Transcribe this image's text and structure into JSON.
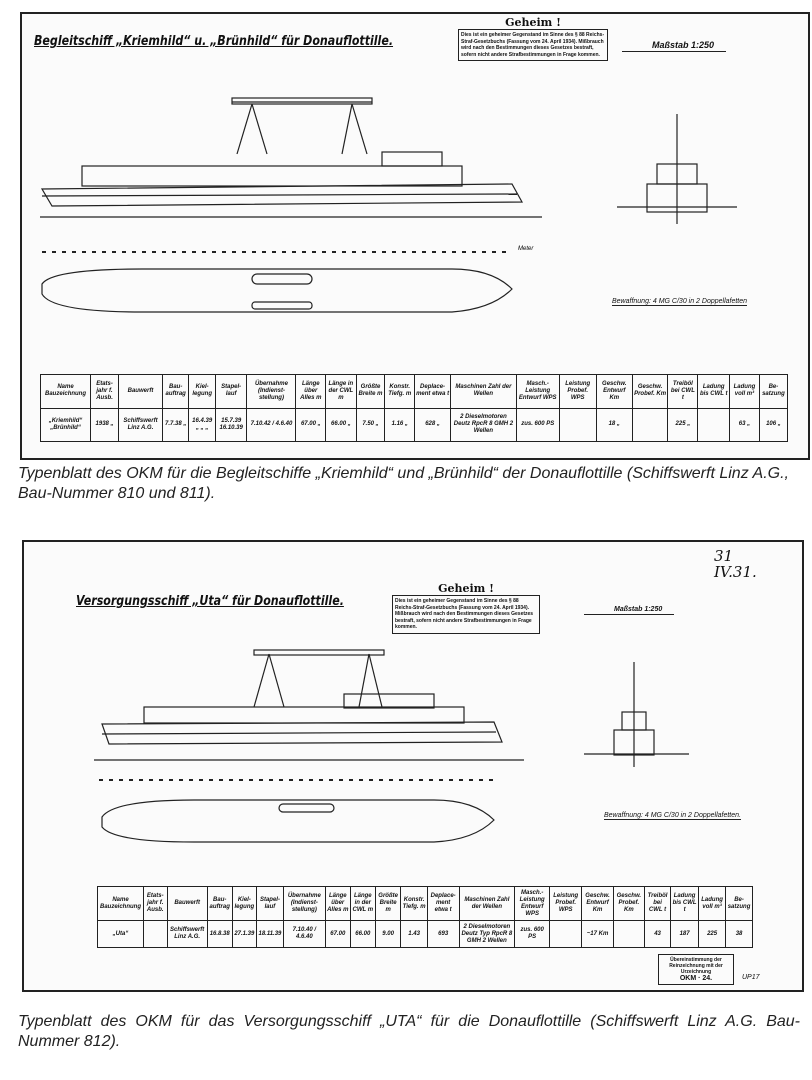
{
  "sheet1": {
    "title": "Begleitschiff „Kriemhild“ u. „Brünhild“ für Donauflottille.",
    "secret_heading": "Geheim !",
    "secret_text": "Dies ist ein geheimer Gegenstand im Sinne des § 88 Reichs-Straf-Gesetzbuchs (Fassung vom 24. April 1934). Mißbrauch wird nach den Bestimmungen dieses Gesetzes bestraft, sofern nicht andere Strafbestimmungen in Frage kommen.",
    "scale": "Maßstab 1:250",
    "armament": "Bewaffnung: 4 MG C/30 in 2 Doppellafetten",
    "meter_label": "Meter",
    "headers": [
      "Name Bauzeichnung",
      "Etats-jahr f. Ausb.",
      "Bauwerft",
      "Bau-auftrag",
      "Kiel-legung",
      "Stapel-lauf",
      "Übernahme (Indienst-stellung)",
      "Länge über Alles m",
      "Länge in der CWL m",
      "Größte Breite m",
      "Konstr. Tiefg. m",
      "Deplace-ment etwa t",
      "Maschinen Zahl der Wellen",
      "Masch.-Leistung Entwurf WPS",
      "Leistung Probef. WPS",
      "Geschw. Entwurf Km",
      "Geschw. Probef. Km",
      "Treiböl bei CWL t",
      "Ladung bis CWL t",
      "Ladung voll m³",
      "Be-satzung"
    ],
    "rows": [
      [
        "„Kriemhild“ „Brünhild“",
        "1938 „",
        "Schiffswerft Linz A.G.",
        "7.7.38 „",
        "16.4.39 „ „ „",
        "15.7.39 16.10.39",
        "7.10.42 / 4.6.40",
        "67.00 „",
        "66.00 „",
        "7.50 „",
        "1.16 „",
        "628 „",
        "2 Dieselmotoren Deutz RpcR 8 GMH 2 Wellen",
        "zus. 600 PS",
        "",
        "18 „",
        "",
        "225 „",
        "",
        "63 „",
        "106 „"
      ]
    ]
  },
  "caption1": "Typenblatt des OKM für die Begleitschiffe „Kriemhild“ und „Brünhild“ der Donauflottille (Schiffswerft Linz A.G., Bau-Nummer 810 und 811).",
  "sheet2": {
    "title": "Versorgungsschiff „Uta“ für Donauflottille.",
    "secret_heading": "Geheim !",
    "secret_text": "Dies ist ein geheimer Gegenstand im Sinne des § 88 Reichs-Straf-Gesetzbuchs (Fassung vom 24. April 1934). Mißbrauch wird nach den Bestimmungen dieses Gesetzes bestraft, sofern nicht andere Strafbestimmungen in Frage kommen.",
    "scale": "Maßstab 1:250",
    "armament": "Bewaffnung: 4 MG C/30 in 2 Doppellafetten.",
    "handwritten": "31 IV.31.",
    "stamp": "Übereinstimmung der Reinzeichnung mit der Urzeichnung",
    "stamp_code": "OKM · 24.",
    "corner_note": "UP17",
    "headers": [
      "Name Bauzeichnung",
      "Etats-jahr f. Ausb.",
      "Bauwerft",
      "Bau-auftrag",
      "Kiel-legung",
      "Stapel-lauf",
      "Übernahme (Indienst-stellung)",
      "Länge über Alles m",
      "Länge in der CWL m",
      "Größte Breite m",
      "Konstr. Tiefg. m",
      "Deplace-ment etwa t",
      "Maschinen Zahl der Wellen",
      "Masch.-Leistung Entwurf WPS",
      "Leistung Probef. WPS",
      "Geschw. Entwurf Km",
      "Geschw. Probef. Km",
      "Treiböl bei CWL t",
      "Ladung bis CWL t",
      "Ladung voll m³",
      "Be-satzung"
    ],
    "rows": [
      [
        "„Uta“",
        "",
        "Schiffswerft Linz A.G.",
        "16.8.38",
        "27.1.39",
        "18.11.39",
        "7.10.40 / 4.6.40",
        "67.00",
        "66.00",
        "9.00",
        "1.43",
        "693",
        "2 Dieselmotoren Deutz Typ RpcR 8 GMH 2 Wellen",
        "zus. 600 PS",
        "",
        "~17 Km",
        "",
        "43",
        "187",
        "225",
        "38"
      ]
    ]
  },
  "caption2": "Typenblatt des OKM für das Versorgungsschiff „UTA“ für die Donauflottille (Schiffswerft Linz A.G. Bau-Nummer 812)."
}
